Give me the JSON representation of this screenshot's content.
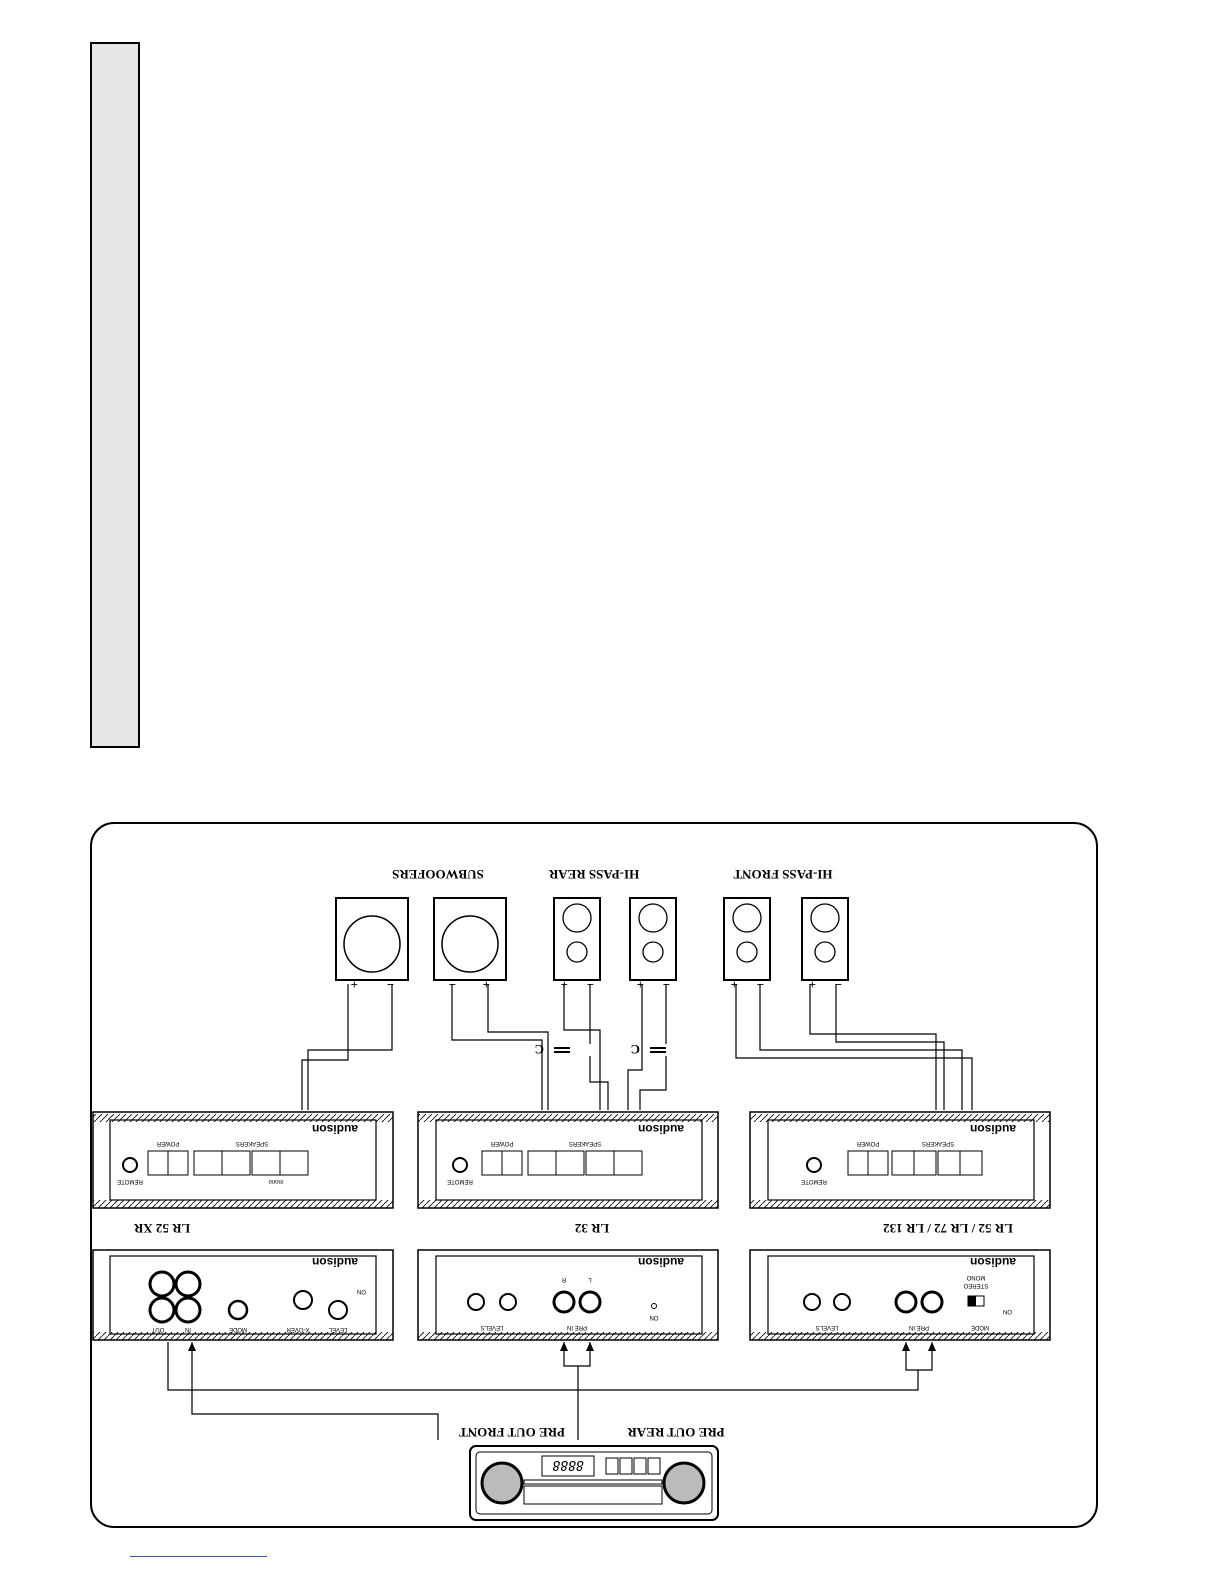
{
  "diagram": {
    "speaker_groups": [
      {
        "name": "subwoofers",
        "label": "SUBWOOFERS"
      },
      {
        "name": "hi-pass-rear",
        "label": "HI-PASS REAR"
      },
      {
        "name": "hi-pass-front",
        "label": "HI-PASS FRONT"
      }
    ],
    "amplifiers": [
      {
        "model": "LR 52 XR",
        "brand": "audison"
      },
      {
        "model": "LR 32",
        "brand": "audison"
      },
      {
        "model": "LR 52 / LR 72 / LR 132",
        "brand": "audison"
      }
    ],
    "terminal_labels": {
      "speakers": "SPEAKERS",
      "power": "POWER",
      "remote": "REMOTE",
      "mono": "mono"
    },
    "control_labels": {
      "levels": "LEVELS",
      "pre_in": "PRE IN",
      "mode": "MODE",
      "on": "ON",
      "r": "R",
      "l": "L",
      "in": "IN",
      "out": "OUT",
      "xover": "X-OVER",
      "level": "LEVEL",
      "stereo": "STEREO",
      "mono_mode": "MONO"
    },
    "capacitor_label": "C",
    "source_labels": {
      "pre_out_rear": "PRE OUT REAR",
      "pre_out_front": "PRE OUT FRONT"
    },
    "display_text": "8888",
    "polarity": {
      "plus": "+",
      "minus": "−"
    }
  }
}
